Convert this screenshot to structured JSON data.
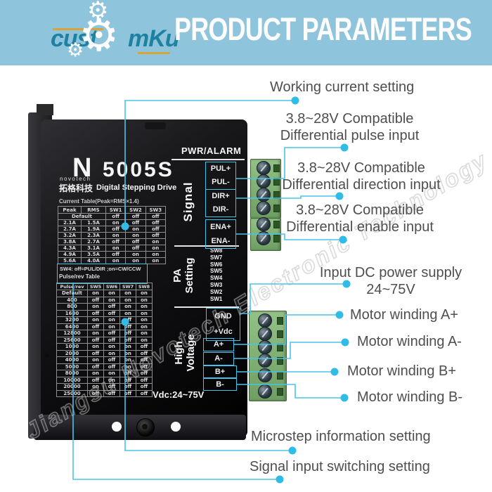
{
  "header": {
    "logo_text_1": "cust",
    "logo_text_2": "mKu",
    "title": "PRODUCT PARAMETERS",
    "bg_color": "#8ec4dc",
    "logo_color": "#1e81a0"
  },
  "watermark": {
    "text": "Jiangsu Novotech Electronic Technology Co.Ltd"
  },
  "device": {
    "led_label": "PWR/ALARM",
    "brand_letter": "N",
    "brand_name": "novotech",
    "brand_cn": "拓格科技",
    "model": "5005S",
    "model_subtitle": "Digital Stepping Drive",
    "current_table": {
      "title": "Current Table(Peak=RMS×1.4)",
      "headers": [
        "Peak",
        "RMS",
        "SW1",
        "SW2",
        "SW3"
      ],
      "rows": [
        [
          "Default",
          "off",
          "off",
          "off"
        ],
        [
          "2.1A",
          "1.5A",
          "on",
          "off",
          "off"
        ],
        [
          "2.7A",
          "1.9A",
          "off",
          "on",
          "off"
        ],
        [
          "3.2A",
          "2.3A",
          "on",
          "on",
          "off"
        ],
        [
          "3.8A",
          "2.7A",
          "off",
          "off",
          "on"
        ],
        [
          "4.3A",
          "3.1A",
          "on",
          "off",
          "on"
        ],
        [
          "4.9A",
          "3.5A",
          "off",
          "on",
          "on"
        ],
        [
          "5.6A",
          "4.0A",
          "on",
          "on",
          "on"
        ]
      ]
    },
    "sw4_note": "SW4: off=PUL/DIR ;on=CW/CCW",
    "pulse_table": {
      "title": "Pulse/rev Table",
      "headers": [
        "Pulse/rev",
        "SW5",
        "SW6",
        "SW7",
        "SW8"
      ],
      "rows": [
        [
          "Default",
          "on",
          "on",
          "on",
          "on"
        ],
        [
          "400",
          "off",
          "on",
          "on",
          "on"
        ],
        [
          "800",
          "on",
          "off",
          "on",
          "on"
        ],
        [
          "1600",
          "off",
          "off",
          "on",
          "on"
        ],
        [
          "3200",
          "on",
          "on",
          "off",
          "on"
        ],
        [
          "6400",
          "off",
          "on",
          "off",
          "on"
        ],
        [
          "12800",
          "on",
          "off",
          "off",
          "on"
        ],
        [
          "25600",
          "off",
          "off",
          "off",
          "on"
        ],
        [
          "1000",
          "on",
          "on",
          "on",
          "off"
        ],
        [
          "2000",
          "off",
          "on",
          "on",
          "off"
        ],
        [
          "4000",
          "on",
          "off",
          "on",
          "off"
        ],
        [
          "5000",
          "off",
          "off",
          "on",
          "off"
        ],
        [
          "8000",
          "on",
          "on",
          "off",
          "off"
        ],
        [
          "10000",
          "off",
          "on",
          "off",
          "off"
        ],
        [
          "20000",
          "on",
          "off",
          "off",
          "off"
        ],
        [
          "25000",
          "off",
          "off",
          "off",
          "off"
        ]
      ]
    },
    "section_signal": "Signal",
    "section_pa_line1": "PA",
    "section_pa_line2": "Setting",
    "section_hv_line1": "High",
    "section_hv_line2": "Voltage",
    "signal_terminals": [
      "PUL+",
      "PUL-",
      "DIR+",
      "DIR-",
      "ENA+",
      "ENA-"
    ],
    "sw_pins": [
      "SW8",
      "SW7",
      "SW6",
      "SW5",
      "SW4",
      "SW3",
      "SW2",
      "SW1"
    ],
    "power_terminals": [
      "GND",
      "+Vdc",
      "A+",
      "A-",
      "B+",
      "B-"
    ],
    "vdc_label": "Vdc:24~75V"
  },
  "annotations": {
    "working_current": {
      "line1": "Working current setting"
    },
    "pulse_input": {
      "line1": "3.8~28V Compatible",
      "line2": "Differential pulse input"
    },
    "direction_input": {
      "line1": "3.8~28V Compatible",
      "line2": "Differential direction input"
    },
    "enable_input": {
      "line1": "3.8~28V Compatible",
      "line2": "Differential enable input"
    },
    "dc_power": {
      "line1": "Input DC power supply",
      "line2": "24~75V"
    },
    "motor_a_plus": {
      "line1": "Motor winding A+"
    },
    "motor_a_minus": {
      "line1": "Motor winding A-"
    },
    "motor_b_plus": {
      "line1": "Motor winding B+"
    },
    "motor_b_minus": {
      "line1": "Motor winding B-"
    },
    "microstep": {
      "line1": "Microstep information setting"
    },
    "signal_switch": {
      "line1": "Signal input switching setting"
    }
  },
  "colors": {
    "accent_cyan": "#45c4e9",
    "header_bg": "#8ec4dc",
    "logo_teal": "#1e81a0",
    "terminal_green": "#7fb173",
    "label_gray": "#4e4e4e"
  }
}
